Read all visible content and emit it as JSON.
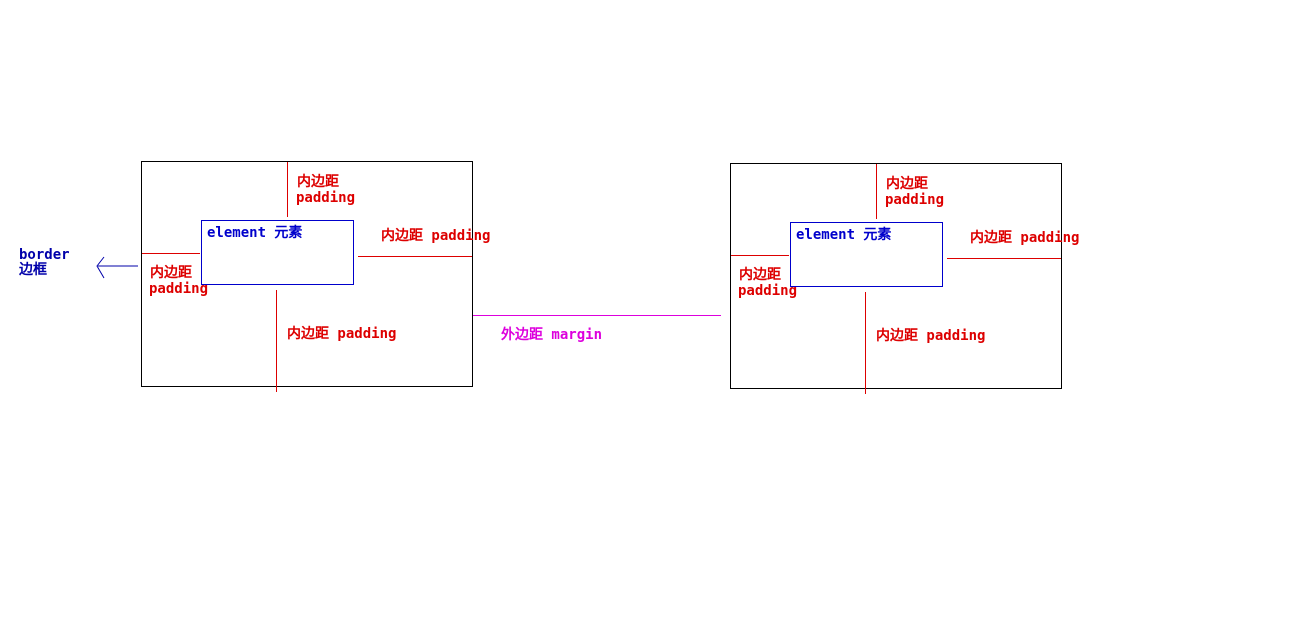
{
  "labels": {
    "border_en": "border",
    "border_zh": "边框",
    "element": "element 元素",
    "padding_cn": "内边距",
    "padding_en": "padding",
    "padding_full": "内边距 padding",
    "margin_full": "外边距 margin"
  },
  "colors": {
    "box": "#000000",
    "element": "#0000cc",
    "padding": "#dd0000",
    "margin": "#dd00dd",
    "border_label": "#0000aa"
  }
}
